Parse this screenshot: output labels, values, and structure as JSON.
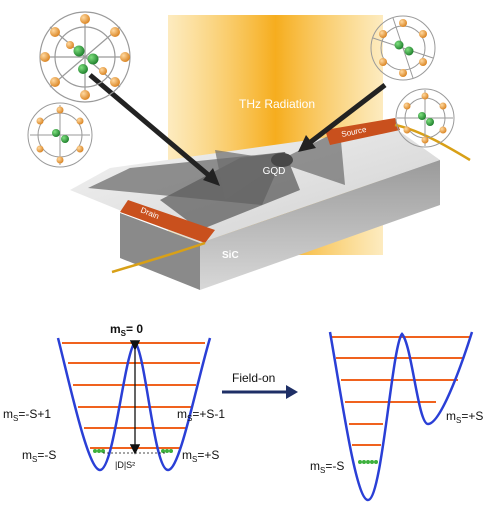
{
  "device": {
    "radiation_label": "THz Radiation",
    "dot_label": "GQD",
    "substrate_label": "SiC",
    "drain_label": "Drain",
    "source_label": "Source"
  },
  "left_well": {
    "top_label": "m",
    "top_sub": "S",
    "top_val": "= 0",
    "left_mid_label": "m",
    "left_mid_sub": "S",
    "left_mid_val": "=-S+1",
    "right_mid_label": "m",
    "right_mid_sub": "S",
    "right_mid_val": "=+S-1",
    "left_bottom_label": "m",
    "left_bottom_sub": "S",
    "left_bottom_val": "=-S",
    "right_bottom_label": "m",
    "right_bottom_sub": "S",
    "right_bottom_val": "=+S",
    "barrier_label": "|D|S²"
  },
  "transition": {
    "arrow_label": "Field-on"
  },
  "right_well": {
    "right_label": "m",
    "right_sub": "S",
    "right_val": "=+S",
    "left_label": "m",
    "left_sub": "S",
    "left_val": "=-S"
  },
  "colors": {
    "well_curve": "#2a3fd6",
    "levels": "#f0621e",
    "arrow": "#1e2f66",
    "electrodes": "#c9501d",
    "radiation": "#f5b52a",
    "spin_dots": "#3cb03c"
  }
}
